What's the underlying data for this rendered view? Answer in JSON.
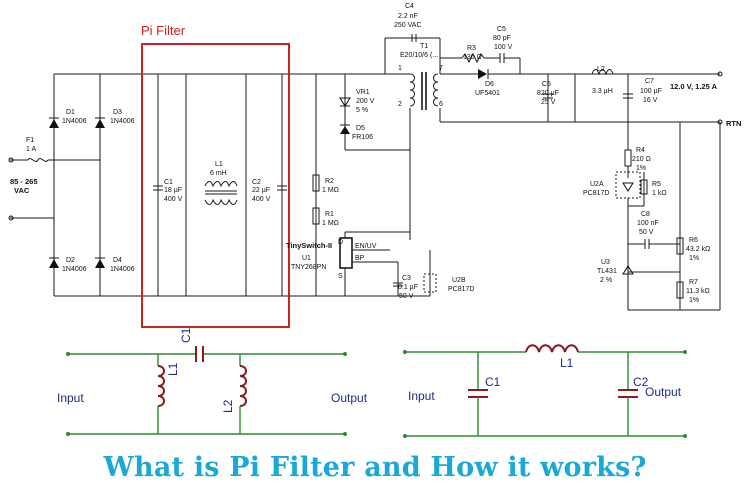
{
  "title": "What is Pi Filter and How it works?",
  "pi_filter_label": "Pi Filter",
  "colors": {
    "title": "#1aa9d6",
    "highlight": "#cc2222",
    "wire_green": "#2e8b2e",
    "component_red": "#8b1a1a",
    "text_blue": "#1f2a8c"
  },
  "schematic": {
    "input": {
      "name": "F1",
      "value": "1 A",
      "voltage": "85 - 265",
      "type": "VAC"
    },
    "diodes": [
      {
        "name": "D1",
        "part": "1N4006"
      },
      {
        "name": "D3",
        "part": "1N4006"
      },
      {
        "name": "D2",
        "part": "1N4006"
      },
      {
        "name": "D4",
        "part": "1N4006"
      }
    ],
    "c1": {
      "name": "C1",
      "value": "18 µF",
      "voltage": "400 V"
    },
    "l1": {
      "name": "L1",
      "value": "6 mH"
    },
    "c2": {
      "name": "C2",
      "value": "22 µF",
      "voltage": "400 V"
    },
    "c4": {
      "name": "C4",
      "value": "2.2 nF",
      "voltage": "250 VAC"
    },
    "t1": {
      "name": "T1",
      "part": "E20/10/6 (...",
      "pins": [
        "1",
        "2",
        "7",
        "6"
      ]
    },
    "vr1": {
      "name": "VR1",
      "value": "200 V",
      "tol": "5 %"
    },
    "d5": {
      "name": "D5",
      "part": "FR106"
    },
    "r3": {
      "name": "R3",
      "value": "130 Ω"
    },
    "c5": {
      "name": "C5",
      "value": "80 pF",
      "voltage": "100 V"
    },
    "d6": {
      "name": "D6",
      "part": "UF5401"
    },
    "c6": {
      "name": "C6",
      "value": "820 µF",
      "voltage": "25 V"
    },
    "l2": {
      "name": "L2",
      "value": "3.3 µH"
    },
    "c7": {
      "name": "C7",
      "value": "100 µF",
      "voltage": "16 V"
    },
    "output": {
      "value": "12.0 V, 1.25 A",
      "return": "RTN"
    },
    "r2": {
      "name": "R2",
      "value": "1 MΩ"
    },
    "r1": {
      "name": "R1",
      "value": "1 MΩ"
    },
    "u1": {
      "family": "TinySwitch-II",
      "name": "U1",
      "part": "TNY268PN",
      "pins": [
        "D",
        "S",
        "EN/UV",
        "BP"
      ]
    },
    "c3": {
      "name": "C3",
      "value": "0.1 µF",
      "voltage": "50 V"
    },
    "u2b": {
      "name": "U2B",
      "part": "PC817D"
    },
    "r4": {
      "name": "R4",
      "value": "210 Ω",
      "tol": "1%"
    },
    "u2a": {
      "name": "U2A",
      "part": "PC817D"
    },
    "r5": {
      "name": "R5",
      "value": "1 kΩ"
    },
    "c8": {
      "name": "C8",
      "value": "100 nF",
      "voltage": "50 V"
    },
    "u3": {
      "name": "U3",
      "part": "TL431",
      "tol": "2 %"
    },
    "r6": {
      "name": "R6",
      "value": "43.2 kΩ",
      "tol": "1%"
    },
    "r7": {
      "name": "R7",
      "value": "11.3 kΩ",
      "tol": "1%"
    }
  },
  "pi_clc": {
    "input": "Input",
    "output": "Output",
    "c1": "C1",
    "l1": "L1",
    "l2": "L2"
  },
  "pi_lcl": {
    "input": "Input",
    "output": "Output",
    "c1": "C1",
    "c2": "C2",
    "l1": "L1"
  }
}
